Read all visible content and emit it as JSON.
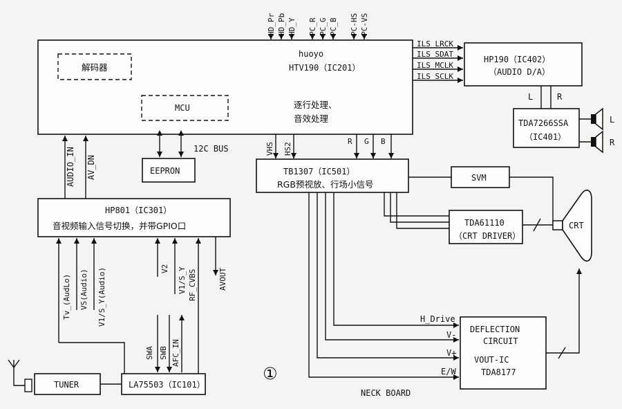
{
  "blocks": {
    "main": {
      "line1": "huoyo",
      "line2": "HTV190（IC201）",
      "decoder": "解码器",
      "mcu": "MCU",
      "proc1": "逐行处理、",
      "proc2": "音效处理"
    },
    "hp190": {
      "line1": "HP190（IC402）",
      "line2": "（AUDIO D/A）"
    },
    "tda7266": {
      "line1": "TDA7266SSA",
      "line2": "（IC401）"
    },
    "eeprom": {
      "label": "EEPRON"
    },
    "tb1307": {
      "line1": "TB1307（IC501）",
      "line2": "RGB预视放、行场小信号"
    },
    "svm": {
      "label": "SVM"
    },
    "tda6111": {
      "line1": "TDA61110",
      "line2": "（CRT DRIVER）"
    },
    "crt": {
      "label": "CRT"
    },
    "hp801": {
      "line1": "HP801（IC301）",
      "line2": "音视频输入信号切换，并带GPIO口"
    },
    "deflection": {
      "line1": "DEFLECTION",
      "line2": "CIRCUIT",
      "line3": "VOUT-IC",
      "line4": "TDA8177"
    },
    "tuner": {
      "label": "TUNER"
    },
    "la75503": {
      "label": "LA75503（IC101）"
    }
  },
  "signals": {
    "top_inputs": [
      "HD_Pr",
      "HD_Pb",
      "HD_Y",
      "PC_R",
      "PC_G",
      "PC_B",
      "PC-HS",
      "PC-VS"
    ],
    "i2s": [
      "ILS_LRCK",
      "ILS_SDAT",
      "ILS_MCLK",
      "ILS_SCLK"
    ],
    "speaker_L": "L",
    "speaker_R": "R",
    "audio_L": "L",
    "audio_R": "R",
    "i2c_bus": "12C BUS",
    "audio_in": "AUDIO_IN",
    "av_dn": "AV_DN",
    "vhs": "VHS",
    "hs2": "HS2",
    "rgb": [
      "R",
      "G",
      "B"
    ],
    "hp801_inputs": [
      "Tv_(AudLo)",
      "VS(Audio)",
      "V1/S_Y(Audio)"
    ],
    "v2": "V2",
    "v1sy": "V1/S_Y",
    "rf_cvbs": "RF_CVBS",
    "avout": "AVOUT",
    "swa": "SWA",
    "swb": "SWB",
    "afc_in": "AFC_IN",
    "h_drive": "H_Drive",
    "v_minus": "V-",
    "v_plus": "V+",
    "ew": "E/W",
    "neck_board": "NECK BOARD",
    "figure_number": "①"
  }
}
